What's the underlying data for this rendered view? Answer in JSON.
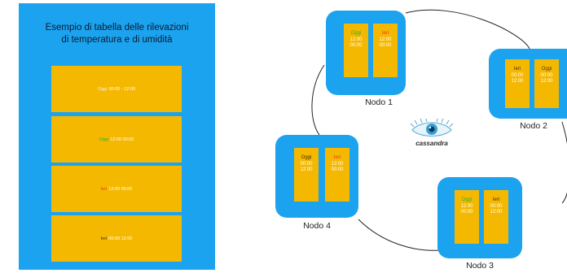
{
  "panel": {
    "title_line1": "Esempio di tabella delle rilevazioni",
    "title_line2": "di temperatura e di umidità",
    "rows": [
      {
        "label": "Oggi",
        "text": "00:00 - 12:00",
        "label_color": "#e8f0ff"
      },
      {
        "label": "Oggi",
        "text": "12:00  00:00",
        "label_color": "#2fb52d"
      },
      {
        "label": "Ieri",
        "text": "12:00  00:00",
        "label_color": "#e83a12"
      },
      {
        "label": "Ieri",
        "text": "00:00  12:00",
        "label_color": "#4a2a00"
      }
    ]
  },
  "nodes": [
    {
      "name": "Nodo 1",
      "cols": [
        {
          "day": "Oggi",
          "t1": "12:00",
          "t2": "00:00"
        },
        {
          "day": "Ieri",
          "t1": "12:00",
          "t2": "00:00"
        }
      ]
    },
    {
      "name": "Nodo 2",
      "cols": [
        {
          "day": "Ieri",
          "t1": "00:00",
          "t2": "12:00"
        },
        {
          "day": "Oggi",
          "t1": "00:00",
          "t2": "12:00"
        }
      ]
    },
    {
      "name": "Nodo 3",
      "cols": [
        {
          "day": "Oggi",
          "t1": "12:00",
          "t2": "00:00"
        },
        {
          "day": "Ieri",
          "t1": "00:00",
          "t2": "12:00"
        }
      ]
    },
    {
      "name": "Nodo 4",
      "cols": [
        {
          "day": "Oggi",
          "t1": "00:00",
          "t2": "12:00"
        },
        {
          "day": "Ieri",
          "t1": "12:00",
          "t2": "00:00"
        }
      ]
    }
  ],
  "logo": {
    "text": "cassandra",
    "icon": "cassandra-eye-icon"
  },
  "colors": {
    "blue": "#1ca3ef",
    "yellow": "#f5b800",
    "oggi": "#2fb52d",
    "ieri": "#e83a12"
  }
}
